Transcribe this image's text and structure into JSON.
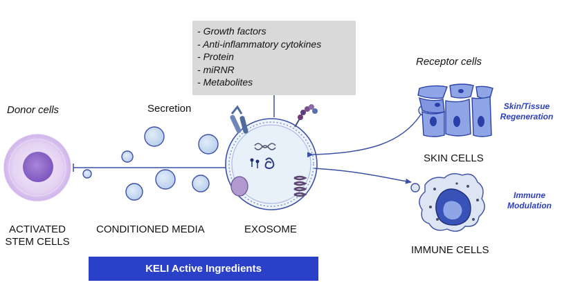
{
  "labels": {
    "donor_cells": "Donor cells",
    "secretion": "Secretion",
    "receptor_cells": "Receptor cells",
    "activated_stem_cells_line1": "ACTIVATED",
    "activated_stem_cells_line2": "STEM CELLS",
    "conditioned_media": "CONDITIONED MEDIA",
    "exosome": "EXOSOME",
    "skin_cells": "SKIN CELLS",
    "immune_cells": "IMMUNE CELLS",
    "skin_regeneration_line1": "Skin/Tissue",
    "skin_regeneration_line2": "Regeneration",
    "immune_modulation_line1": "Immune",
    "immune_modulation_line2": "Modulation"
  },
  "exosome_contents": [
    "Growth factors",
    "Anti-inflammatory cytokines",
    "Protein",
    "miRNR",
    "Metabolites"
  ],
  "banner": {
    "text": "KELI Active Ingredients"
  },
  "colors": {
    "accent_blue": "#2a40c9",
    "arrow_blue": "#3b4fa8",
    "info_box_gray": "#d9d9d9",
    "stem_cell_outer": "#e4d2f2",
    "stem_cell_nucleus": "#9a73cf",
    "vesicle_fill": "#cfe0f4",
    "skin_cell_fill": "#8fa5e6",
    "skin_nucleus": "#2a3fa8"
  }
}
